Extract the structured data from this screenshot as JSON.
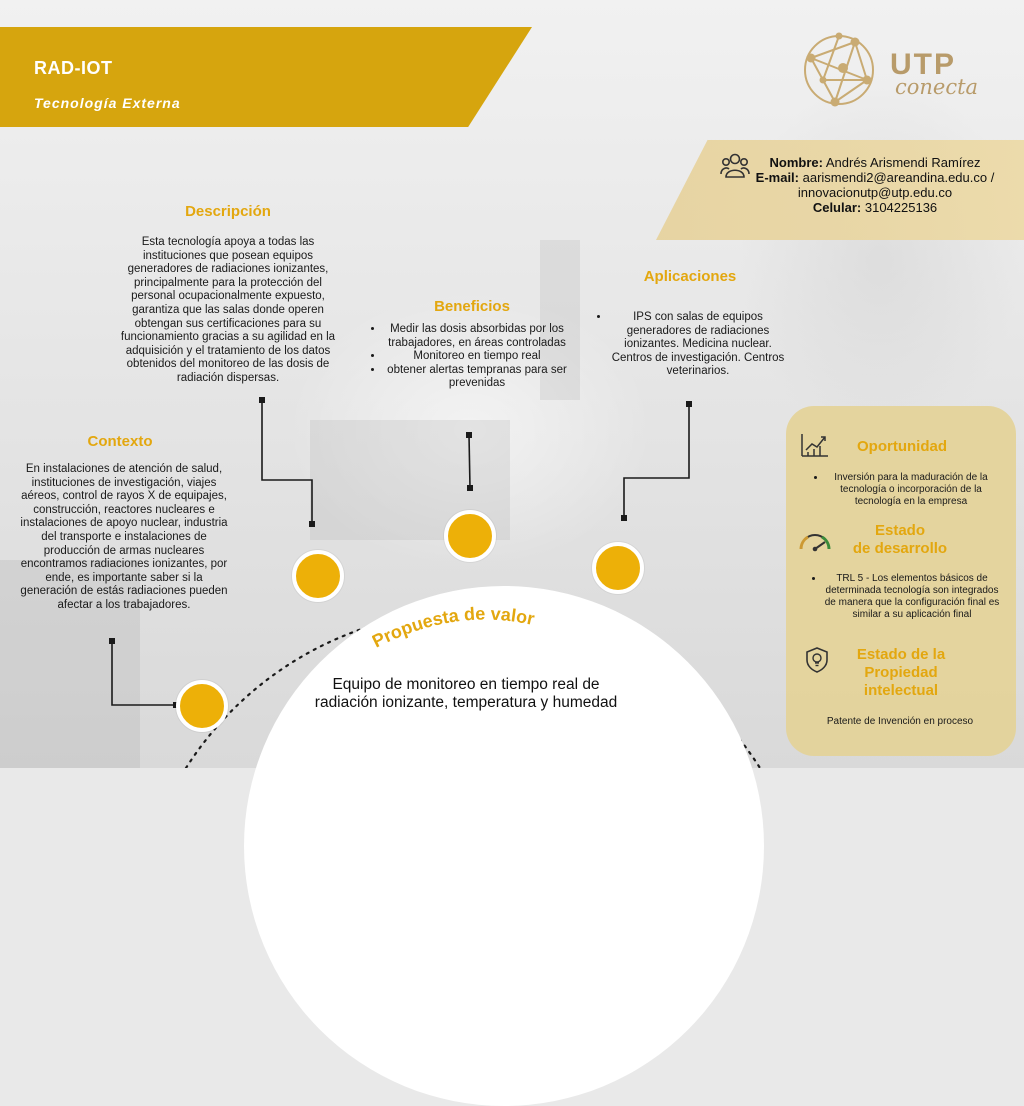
{
  "header": {
    "title": "RAD-IOT",
    "subtitle": "Tecnología Externa"
  },
  "logo": {
    "name": "UTP",
    "tagline": "conecta"
  },
  "contact": {
    "name_label": "Nombre:",
    "name_value": "Andrés Arismendi Ramírez",
    "email_label": "E-mail:",
    "email_value": "aarismendi2@areandina.edu.co / innovacionutp@utp.edu.co",
    "phone_label": "Celular:",
    "phone_value": "3104225136"
  },
  "descripcion": {
    "heading": "Descripción",
    "text": "Esta tecnología apoya a todas las instituciones que posean equipos generadores de radiaciones ionizantes, principalmente para la protección del personal ocupacionalmente expuesto, garantiza que las salas donde operen obtengan sus certificaciones para su funcionamiento gracias a su agilidad en la adquisición y el tratamiento de los datos obtenidos del monitoreo de las dosis de radiación dispersas."
  },
  "contexto": {
    "heading": "Contexto",
    "text": "En instalaciones de atención de salud, instituciones de investigación, viajes aéreos, control de rayos X de equipajes, construcción, reactores nucleares e instalaciones de apoyo nuclear, industria del transporte e instalaciones de producción de armas nucleares encontramos radiaciones ionizantes, por ende, es importante saber si la generación de estás radiaciones pueden afectar  a los trabajadores."
  },
  "beneficios": {
    "heading": "Beneficios",
    "items": [
      "Medir las dosis absorbidas por los trabajadores, en áreas controladas",
      "Monitoreo en tiempo real",
      "obtener alertas  tempranas para ser prevenidas"
    ]
  },
  "aplicaciones": {
    "heading": "Aplicaciones",
    "items": [
      "IPS con salas de equipos generadores de radiaciones ionizantes. Medicina nuclear. Centros de investigación. Centros veterinarios."
    ]
  },
  "propuesta": {
    "heading": "Propuesta de valor",
    "text": "Equipo de monitoreo en tiempo real de radiación ionizante, temperatura y humedad"
  },
  "panel": {
    "oportunidad_heading": "Oportunidad",
    "oportunidad_items": [
      "Inversión para la maduración de la tecnología o incorporación de la tecnología en la empresa"
    ],
    "estado_heading_1": "Estado",
    "estado_heading_2": "de desarrollo",
    "estado_items": [
      "TRL 5 - Los elementos básicos de determinada tecnología son integrados de manera que la configuración final es similar a su aplicación final"
    ],
    "propiedad_heading_1": "Estado de la",
    "propiedad_heading_2": "Propiedad",
    "propiedad_heading_3": "intelectual",
    "propiedad_text": "Patente de Invención en proceso"
  },
  "colors": {
    "accent": "#d6a50e",
    "heading": "#e3a70f",
    "panel": "#e4d298"
  },
  "icons": [
    "people-icon",
    "growth-chart-icon",
    "gauge-icon",
    "shield-lightbulb-icon",
    "network-globe-logo"
  ]
}
